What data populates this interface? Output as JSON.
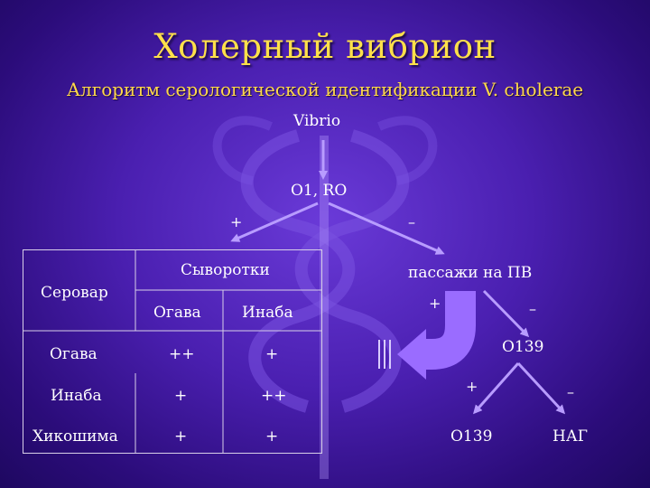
{
  "title": "Холерный вибрион",
  "subtitle": "Алгоритм серологической идентификации V. cholerae",
  "flow": {
    "vibrio": "Vibrio",
    "o1_ro": "O1, RO",
    "plus_left": "+",
    "minus_right": "–",
    "passages": "пассажи на ПВ",
    "plus_pass": "+",
    "minus_pass": "–",
    "o139_mid": "O139",
    "plus_o139": "+",
    "minus_o139": "–",
    "o139_final": "O139",
    "nag": "НАГ"
  },
  "table": {
    "serovar_header": "Серовар",
    "sera_header": "Сыворотки",
    "sub_headers": [
      "Огава",
      "Инаба"
    ],
    "rows": [
      {
        "name": "Огава",
        "ogawa": "++",
        "inaba": "+"
      },
      {
        "name": "Инаба",
        "ogawa": "+",
        "inaba": "++"
      },
      {
        "name": "Хикошима",
        "ogawa": "+",
        "inaba": "+"
      }
    ]
  },
  "colors": {
    "title": "#ffe04a",
    "arrow": "#b89cff",
    "big_arrow": "#9a6cff",
    "background": "#4a1fb0"
  },
  "icons": [
    "caduceus-watermark",
    "u-turn-arrow"
  ]
}
